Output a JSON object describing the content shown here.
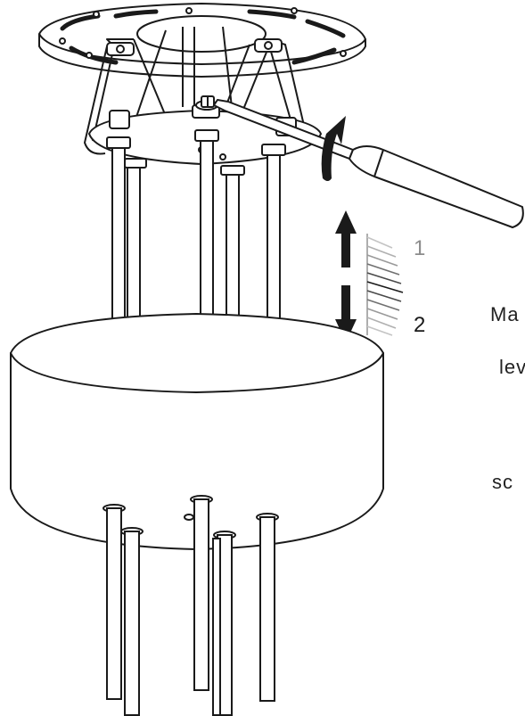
{
  "callouts": {
    "up": "1",
    "down": "2"
  },
  "side_text": [
    "Ma",
    "lev",
    "sc"
  ],
  "colors": {
    "stroke": "#1a1a1a",
    "scale_light": "#9a9a9a",
    "fill": "#ffffff"
  },
  "icons": [
    "rotate-arrow-icon",
    "arrow-up-icon",
    "arrow-down-icon",
    "screwdriver-icon"
  ]
}
